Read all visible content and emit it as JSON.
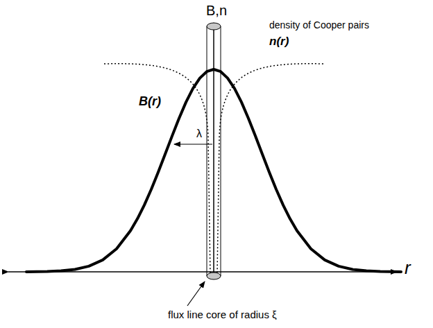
{
  "diagram": {
    "labels": [
      "B,n",
      "density of Cooper pairs",
      "n(r)",
      "B(r)",
      "λ",
      "r",
      "flux line core of radius ξ"
    ]
  }
}
